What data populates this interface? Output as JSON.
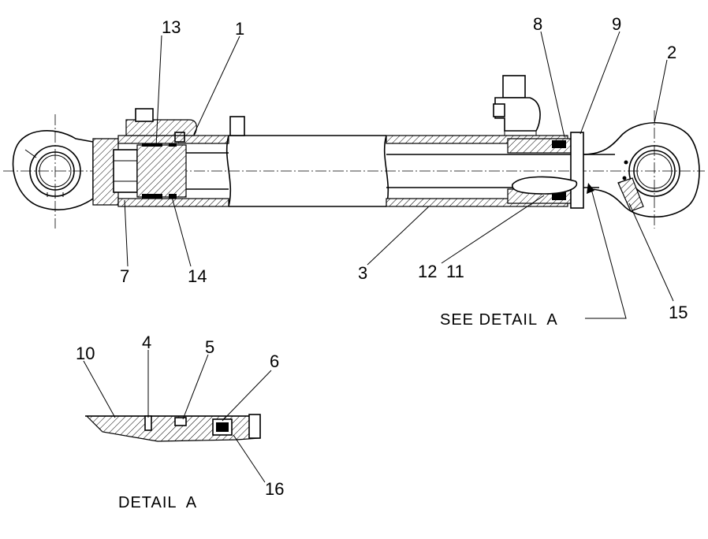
{
  "callouts": [
    {
      "id": "c1",
      "text": "1"
    },
    {
      "id": "c2",
      "text": "2"
    },
    {
      "id": "c3",
      "text": "3"
    },
    {
      "id": "c4",
      "text": "4"
    },
    {
      "id": "c5",
      "text": "5"
    },
    {
      "id": "c6",
      "text": "6"
    },
    {
      "id": "c7",
      "text": "7"
    },
    {
      "id": "c8",
      "text": "8"
    },
    {
      "id": "c9",
      "text": "9"
    },
    {
      "id": "c10",
      "text": "10"
    },
    {
      "id": "c11",
      "text": "11"
    },
    {
      "id": "c12",
      "text": "12"
    },
    {
      "id": "c13",
      "text": "13"
    },
    {
      "id": "c14",
      "text": "14"
    },
    {
      "id": "c15",
      "text": "15"
    },
    {
      "id": "c16",
      "text": "16"
    }
  ],
  "captions": {
    "see_detail": "SEE DETAIL  A",
    "detail": "DETAIL  A"
  }
}
